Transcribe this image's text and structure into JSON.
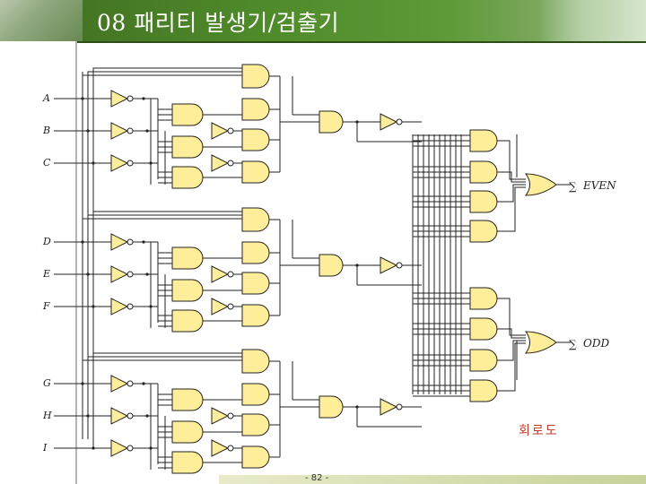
{
  "title": "08 패리티 발생기/검출기",
  "caption": "회로도",
  "page_number": "- 82 -",
  "inputs": [
    "A",
    "B",
    "C",
    "D",
    "E",
    "F",
    "G",
    "H",
    "I"
  ],
  "outputs": {
    "even": {
      "symbol": "∑",
      "label": "EVEN"
    },
    "odd": {
      "symbol": "∑",
      "label": "ODD"
    }
  },
  "colors": {
    "gate_fill": "#ffee99",
    "wire": "#222222",
    "header": "#4f8a2a",
    "caption": "#c0392b"
  }
}
